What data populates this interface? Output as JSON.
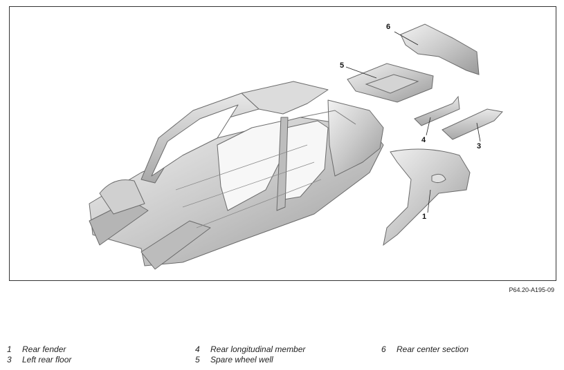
{
  "figure": {
    "reference_code": "P64.20-A195-09",
    "callouts": [
      {
        "num": "1"
      },
      {
        "num": "3"
      },
      {
        "num": "4"
      },
      {
        "num": "5"
      },
      {
        "num": "6"
      }
    ]
  },
  "legend": [
    {
      "num": "1",
      "label": "Rear fender"
    },
    {
      "num": "3",
      "label": "Left rear floor"
    },
    {
      "num": "4",
      "label": "Rear longitudinal member"
    },
    {
      "num": "5",
      "label": "Spare wheel well"
    },
    {
      "num": "6",
      "label": "Rear center section"
    }
  ]
}
